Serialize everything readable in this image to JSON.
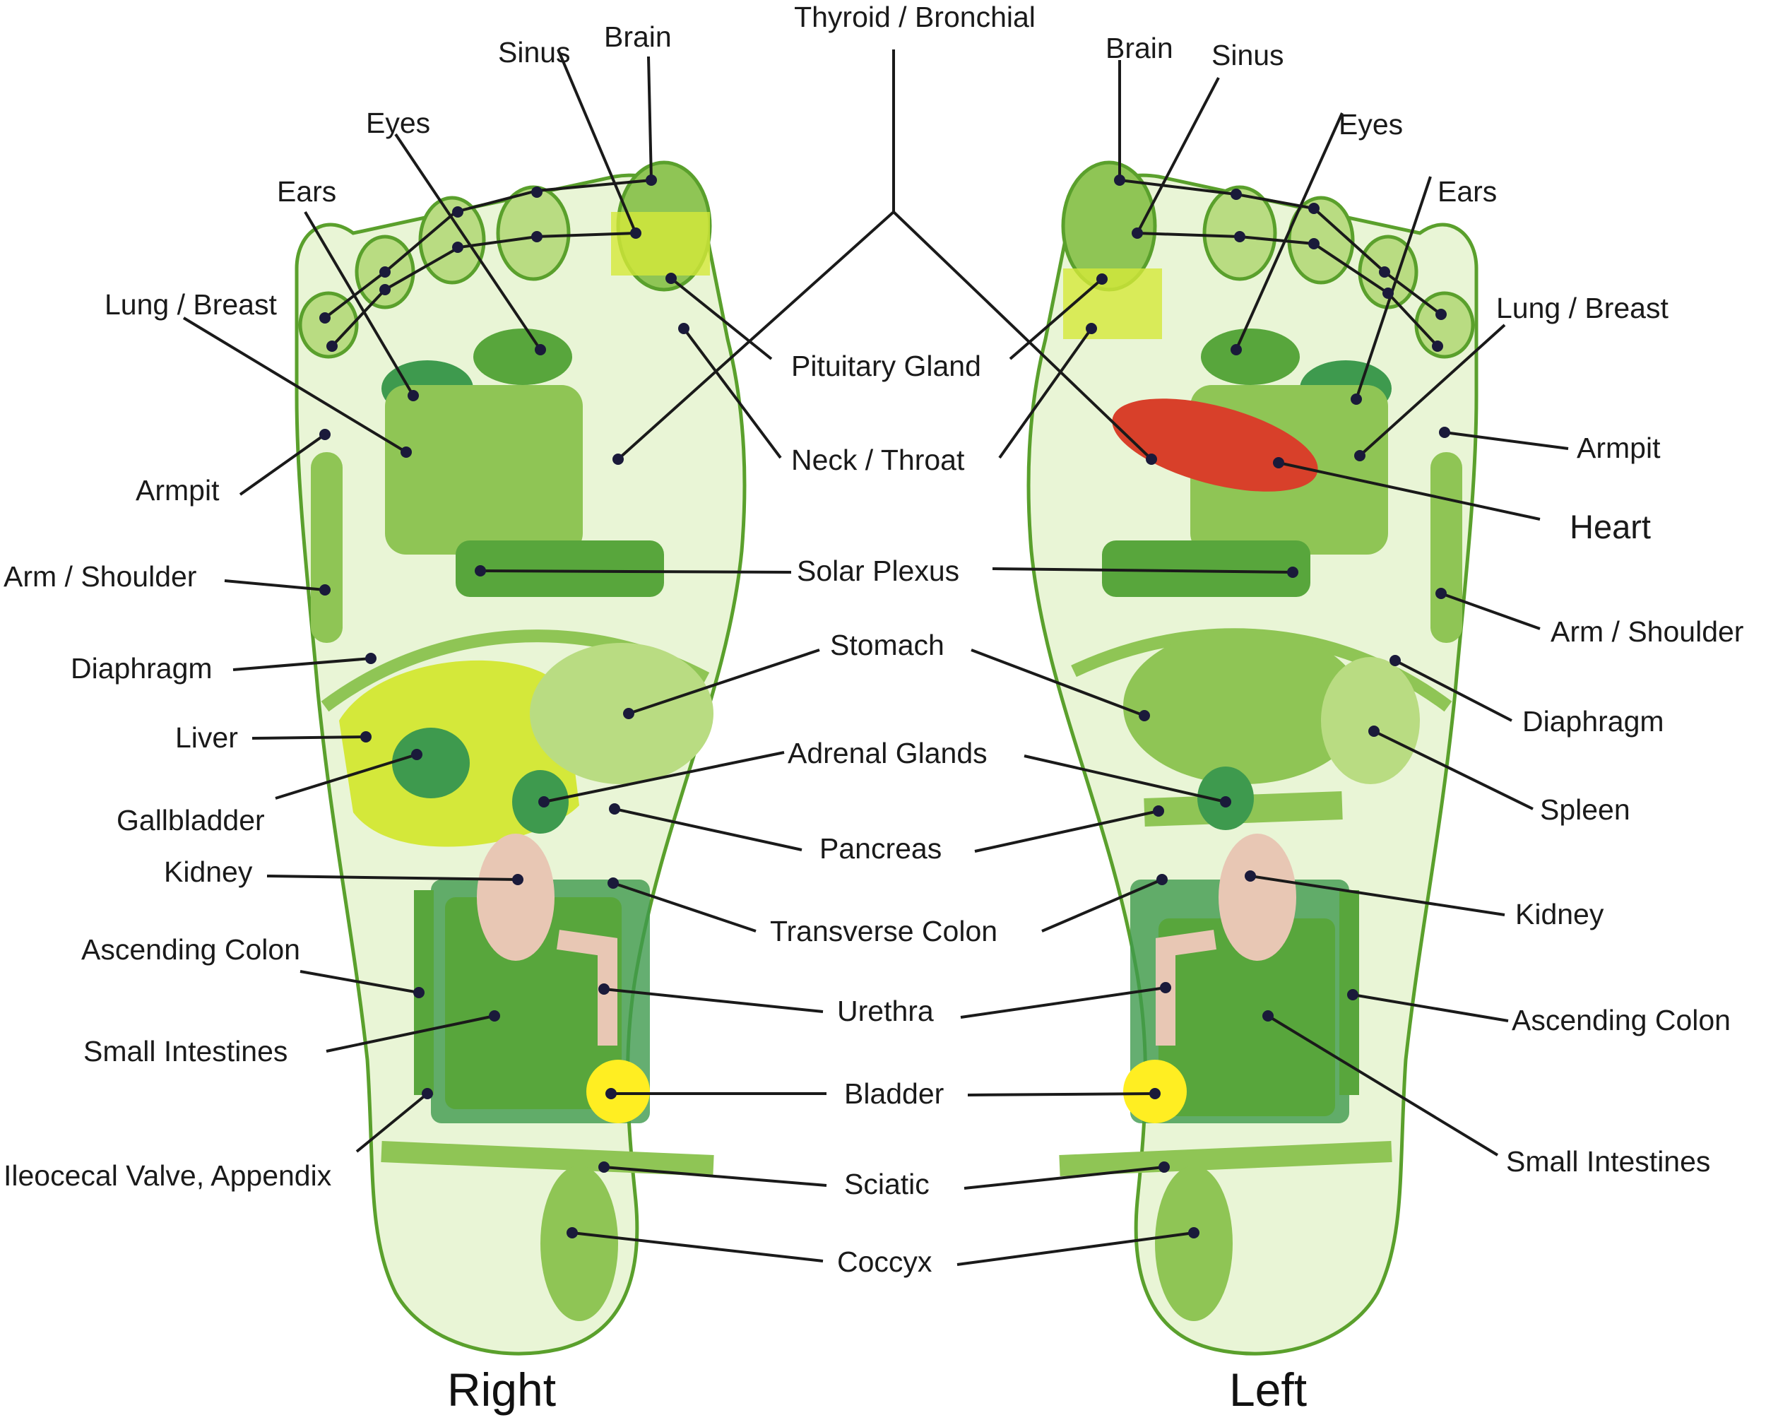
{
  "colors": {
    "foot_bg": "#e9f5d6",
    "outline": "#5aa02c",
    "zone_light": "#b9dc82",
    "zone_mid": "#8fc555",
    "zone_dark": "#58a63c",
    "zone_deep": "#3e9a4e",
    "zone_yellow": "#d4e83a",
    "heart": "#d8402a",
    "kidney": "#e8c7b4",
    "bladder": "#ffee22"
  },
  "feet": {
    "right_title": "Right",
    "left_title": "Left"
  },
  "labels": {
    "thyroid_bronchial": "Thyroid / Bronchial",
    "pituitary_gland": "Pituitary Gland",
    "neck_throat": "Neck / Throat",
    "solar_plexus": "Solar Plexus",
    "stomach": "Stomach",
    "adrenal_glands": "Adrenal Glands",
    "pancreas": "Pancreas",
    "transverse_colon": "Transverse Colon",
    "urethra": "Urethra",
    "bladder": "Bladder",
    "sciatic": "Sciatic",
    "coccyx": "Coccyx",
    "right": {
      "sinus": "Sinus",
      "brain": "Brain",
      "eyes": "Eyes",
      "ears": "Ears",
      "lung_breast": "Lung / Breast",
      "armpit": "Armpit",
      "arm_shoulder": "Arm / Shoulder",
      "diaphragm": "Diaphragm",
      "liver": "Liver",
      "gallbladder": "Gallbladder",
      "kidney": "Kidney",
      "ascending_colon": "Ascending Colon",
      "small_intestines": "Small Intestines",
      "ileocecal": "Ileocecal Valve, Appendix"
    },
    "left": {
      "brain": "Brain",
      "sinus": "Sinus",
      "eyes": "Eyes",
      "ears": "Ears",
      "lung_breast": "Lung / Breast",
      "armpit": "Armpit",
      "heart": "Heart",
      "arm_shoulder": "Arm / Shoulder",
      "diaphragm": "Diaphragm",
      "spleen": "Spleen",
      "kidney": "Kidney",
      "ascending_colon": "Ascending Colon",
      "small_intestines": "Small Intestines"
    }
  }
}
